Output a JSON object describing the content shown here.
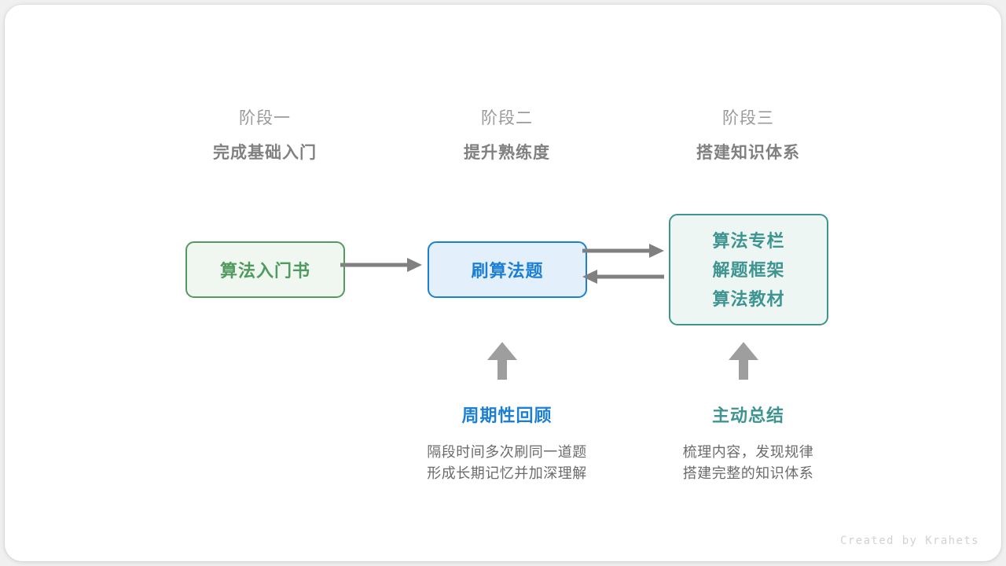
{
  "stages": [
    {
      "name": "阶段一",
      "title": "完成基础入门"
    },
    {
      "name": "阶段二",
      "title": "提升熟练度"
    },
    {
      "name": "阶段三",
      "title": "搭建知识体系"
    }
  ],
  "nodes": {
    "green": {
      "label": "算法入门书",
      "border_color": "#54995f",
      "fill_color": "#f0f7f0",
      "text_color": "#4e9a5f"
    },
    "blue": {
      "label": "刷算法题",
      "border_color": "#1b80d2",
      "fill_color": "#e3f0fb",
      "text_color": "#1c7fd4"
    },
    "teal": {
      "lines": [
        "算法专栏",
        "解题框架",
        "算法教材"
      ],
      "border_color": "#3e9490",
      "fill_color": "#eef6f4",
      "text_color": "#3e9490"
    }
  },
  "arrows": {
    "color": "#808080",
    "up_arrow_color": "#9e9e9e",
    "items": [
      {
        "name": "green-to-blue",
        "direction": "right"
      },
      {
        "name": "blue-to-teal",
        "direction": "right"
      },
      {
        "name": "teal-to-blue",
        "direction": "left"
      },
      {
        "name": "review-up",
        "direction": "up"
      },
      {
        "name": "summary-up",
        "direction": "up"
      }
    ]
  },
  "annotations": [
    {
      "title": "周期性回顾",
      "color": "#1c7fd4",
      "desc_line1": "隔段时间多次刷同一道题",
      "desc_line2": "形成长期记忆并加深理解"
    },
    {
      "title": "主动总结",
      "color": "#3e9490",
      "desc_line1": "梳理内容，发现规律",
      "desc_line2": "搭建完整的知识体系"
    }
  ],
  "footer": {
    "credit": "Created by Krahets"
  }
}
